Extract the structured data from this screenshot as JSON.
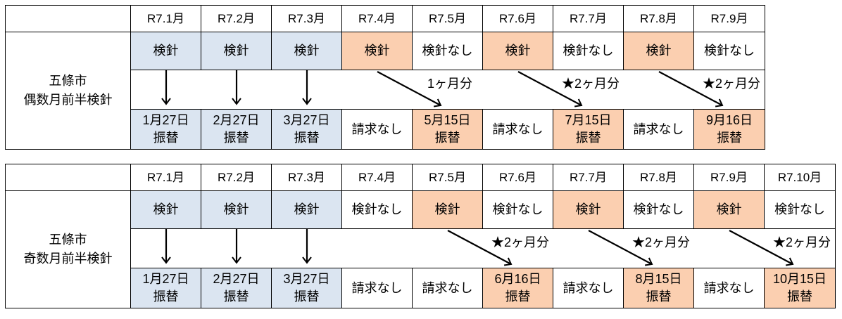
{
  "colors": {
    "background": "#ffffff",
    "border": "#000000",
    "text": "#000000",
    "blue": "#dbe5f1",
    "orange": "#fbcfb0"
  },
  "tables": [
    {
      "id": "even",
      "label": "五條市\n偶数月前半検針",
      "months": [
        "R7.1月",
        "R7.2月",
        "R7.3月",
        "R7.4月",
        "R7.5月",
        "R7.6月",
        "R7.7月",
        "R7.8月",
        "R7.9月"
      ],
      "reading_cells": [
        {
          "text": "検針",
          "fill": "blue"
        },
        {
          "text": "検針",
          "fill": "blue"
        },
        {
          "text": "検針",
          "fill": "blue"
        },
        {
          "text": "検針",
          "fill": "orange"
        },
        {
          "text": "検針なし",
          "fill": "none"
        },
        {
          "text": "検針",
          "fill": "orange"
        },
        {
          "text": "検針なし",
          "fill": "none"
        },
        {
          "text": "検針",
          "fill": "orange"
        },
        {
          "text": "検針なし",
          "fill": "none"
        }
      ],
      "billing_cells": [
        {
          "text": "1月27日\n振替",
          "fill": "blue"
        },
        {
          "text": "2月27日\n振替",
          "fill": "blue"
        },
        {
          "text": "3月27日\n振替",
          "fill": "blue"
        },
        {
          "text": "請求なし",
          "fill": "none"
        },
        {
          "text": "5月15日\n振替",
          "fill": "orange"
        },
        {
          "text": "請求なし",
          "fill": "none"
        },
        {
          "text": "7月15日\n振替",
          "fill": "orange"
        },
        {
          "text": "請求なし",
          "fill": "none"
        },
        {
          "text": "9月16日\n振替",
          "fill": "orange"
        }
      ],
      "vertical_arrows": [
        0,
        1,
        2
      ],
      "diagonal_arrows": [
        {
          "from": 3,
          "to": 4,
          "label": "1ヶ月分"
        },
        {
          "from": 5,
          "to": 6,
          "label": "★2ヶ月分"
        },
        {
          "from": 7,
          "to": 8,
          "label": "★2ヶ月分"
        }
      ]
    },
    {
      "id": "odd",
      "label": "五條市\n奇数月前半検針",
      "months": [
        "R7.1月",
        "R7.2月",
        "R7.3月",
        "R7.4月",
        "R7.5月",
        "R7.6月",
        "R7.7月",
        "R7.8月",
        "R7.9月",
        "R7.10月"
      ],
      "reading_cells": [
        {
          "text": "検針",
          "fill": "blue"
        },
        {
          "text": "検針",
          "fill": "blue"
        },
        {
          "text": "検針",
          "fill": "blue"
        },
        {
          "text": "検針なし",
          "fill": "none"
        },
        {
          "text": "検針",
          "fill": "orange"
        },
        {
          "text": "検針なし",
          "fill": "none"
        },
        {
          "text": "検針",
          "fill": "orange"
        },
        {
          "text": "検針なし",
          "fill": "none"
        },
        {
          "text": "検針",
          "fill": "orange"
        },
        {
          "text": "検針なし",
          "fill": "none"
        }
      ],
      "billing_cells": [
        {
          "text": "1月27日\n振替",
          "fill": "blue"
        },
        {
          "text": "2月27日\n振替",
          "fill": "blue"
        },
        {
          "text": "3月27日\n振替",
          "fill": "blue"
        },
        {
          "text": "請求なし",
          "fill": "none"
        },
        {
          "text": "請求なし",
          "fill": "none"
        },
        {
          "text": "6月16日\n振替",
          "fill": "orange"
        },
        {
          "text": "請求なし",
          "fill": "none"
        },
        {
          "text": "8月15日\n振替",
          "fill": "orange"
        },
        {
          "text": "請求なし",
          "fill": "none"
        },
        {
          "text": "10月15日\n振替",
          "fill": "orange"
        }
      ],
      "vertical_arrows": [
        0,
        1,
        2
      ],
      "diagonal_arrows": [
        {
          "from": 4,
          "to": 5,
          "label": "★2ヶ月分"
        },
        {
          "from": 6,
          "to": 7,
          "label": "★2ヶ月分"
        },
        {
          "from": 8,
          "to": 9,
          "label": "★2ヶ月分"
        }
      ]
    }
  ]
}
